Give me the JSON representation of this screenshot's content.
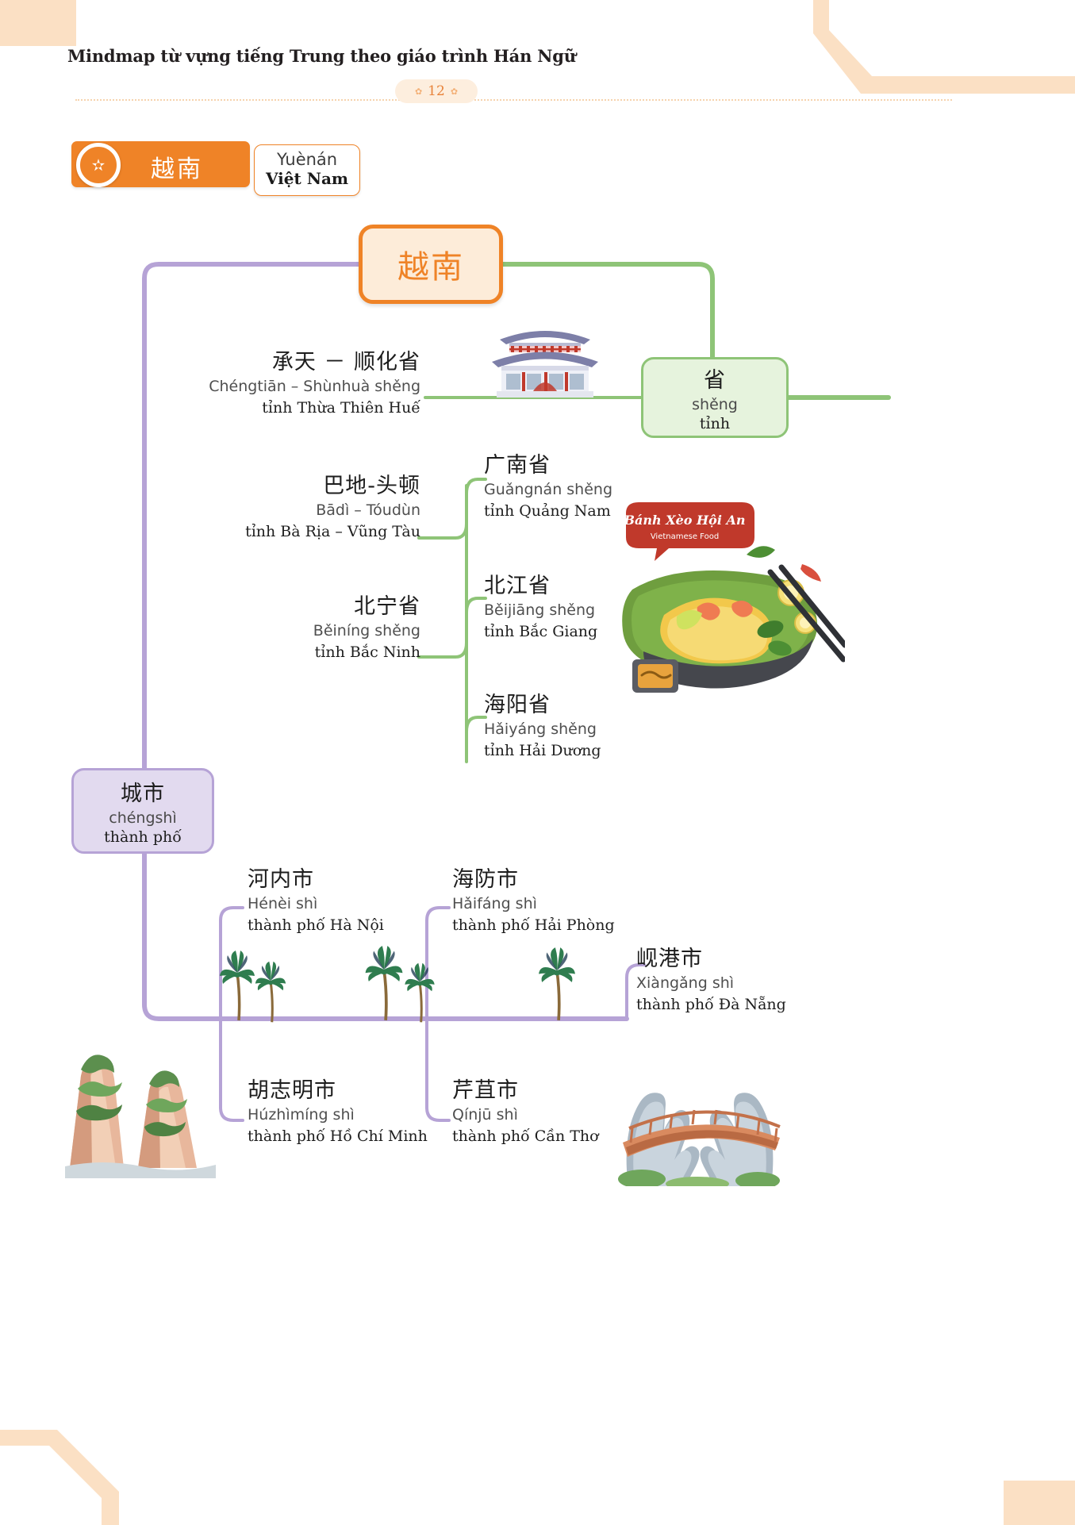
{
  "header": {
    "title": "Mindmap từ vựng tiếng Trung theo giáo trình Hán Ngữ",
    "page_number": "12",
    "flower_left": "✿",
    "flower_right": "✿"
  },
  "topic_badge": {
    "hanzi": "越南",
    "pinyin": "Yuènán",
    "vietnamese": "Việt Nam",
    "star_icon": "✫"
  },
  "center_node": {
    "hanzi": "越南"
  },
  "branches": [
    {
      "key": "province",
      "node": {
        "hanzi": "省",
        "pinyin": "shěng",
        "vietnamese": "tỉnh"
      },
      "color": "#8ec477",
      "items": [
        {
          "hanzi": "承天 － 顺化省",
          "pinyin": "Chéngtiān – Shùnhuà shěng",
          "vietnamese": "tỉnh Thừa Thiên Huế"
        },
        {
          "hanzi": "巴地-头顿",
          "pinyin": "Bādì – Tóudùn",
          "vietnamese": "tỉnh Bà Rịa – Vũng Tàu"
        },
        {
          "hanzi": "北宁省",
          "pinyin": "Běiníng shěng",
          "vietnamese": "tỉnh Bắc Ninh"
        },
        {
          "hanzi": "广南省",
          "pinyin": "Guǎngnán shěng",
          "vietnamese": "tỉnh Quảng Nam"
        },
        {
          "hanzi": "北江省",
          "pinyin": "Běijiāng shěng",
          "vietnamese": "tỉnh Bắc Giang"
        },
        {
          "hanzi": "海阳省",
          "pinyin": "Hǎiyáng shěng",
          "vietnamese": "tỉnh Hải Dương"
        }
      ]
    },
    {
      "key": "city",
      "node": {
        "hanzi": "城市",
        "pinyin": "chéngshì",
        "vietnamese": "thành phố"
      },
      "color": "#b6a3d6",
      "items": [
        {
          "hanzi": "河内市",
          "pinyin": "Hénèi shì",
          "vietnamese": "thành phố Hà Nội"
        },
        {
          "hanzi": "海防市",
          "pinyin": "Hǎifáng shì",
          "vietnamese": "thành phố Hải Phòng"
        },
        {
          "hanzi": "岘港市",
          "pinyin": "Xiàngǎng shì",
          "vietnamese": "thành phố Đà Nẵng"
        },
        {
          "hanzi": "胡志明市",
          "pinyin": "Húzhìmíng shì",
          "vietnamese": "thành phố Hồ Chí Minh"
        },
        {
          "hanzi": "芹苴市",
          "pinyin": "Qínjū shì",
          "vietnamese": "thành phố Cần Thơ"
        }
      ]
    }
  ],
  "illustrations": {
    "pagoda": "pagoda-illustration",
    "food": {
      "name": "banh-xeo-illustration",
      "label_line1": "Bánh Xèo Hội An",
      "label_line2": "Vietnamese Food"
    },
    "halong": "halong-bay-illustration",
    "bridge": "golden-bridge-illustration",
    "palms": "palm-tree-illustration"
  },
  "colors": {
    "accent_orange": "#ef8327",
    "green": "#8ec477",
    "purple": "#b6a3d6",
    "peach": "#fbe0c4"
  }
}
